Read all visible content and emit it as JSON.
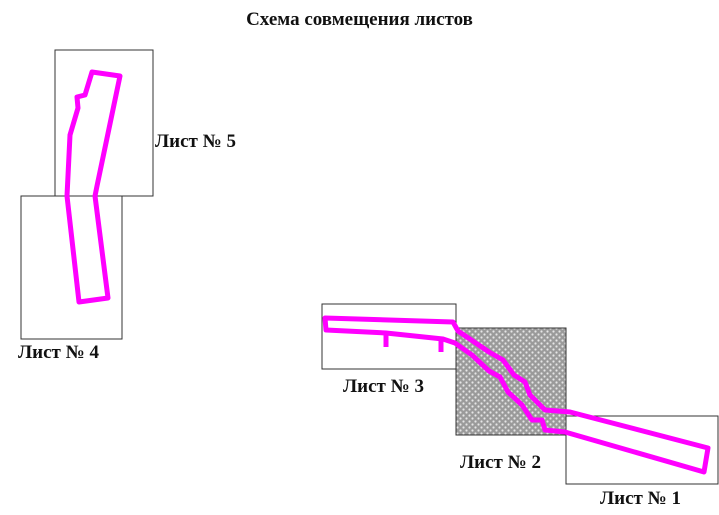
{
  "title": "Схема совмещения листов",
  "sheets": [
    {
      "id": "sheet-1",
      "label": "Лист № 1",
      "highlighted": false
    },
    {
      "id": "sheet-2",
      "label": "Лист № 2",
      "highlighted": true
    },
    {
      "id": "sheet-3",
      "label": "Лист № 3",
      "highlighted": false
    },
    {
      "id": "sheet-4",
      "label": "Лист № 4",
      "highlighted": false
    },
    {
      "id": "sheet-5",
      "label": "Лист № 5",
      "highlighted": false
    }
  ],
  "colors": {
    "route": "#ff00ff",
    "sheet_border": "#333333",
    "highlight_fill": "#9a9a9a",
    "highlight_dots": "#e6e6e6"
  }
}
